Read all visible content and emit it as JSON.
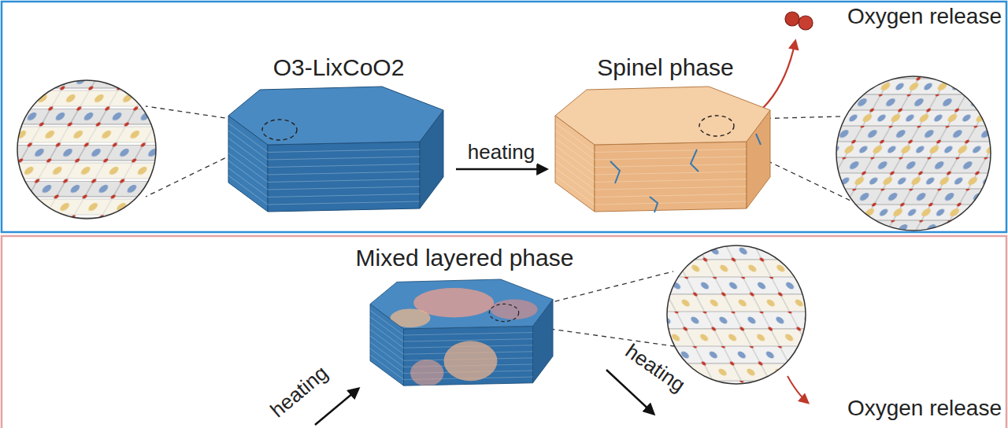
{
  "diagram": {
    "nodes": [
      {
        "text": [
          "O3-LixCoO2"
        ]
      },
      {
        "text": [
          "Spinel phase"
        ]
      },
      {
        "text": [
          "Mixed layered phase"
        ]
      }
    ],
    "edges": [
      {
        "from": 0,
        "to": 1,
        "arrow": "to",
        "label": "heating"
      }
    ],
    "labels": [
      "Oxygen release",
      "heating",
      "heating",
      "Oxygen release"
    ]
  }
}
